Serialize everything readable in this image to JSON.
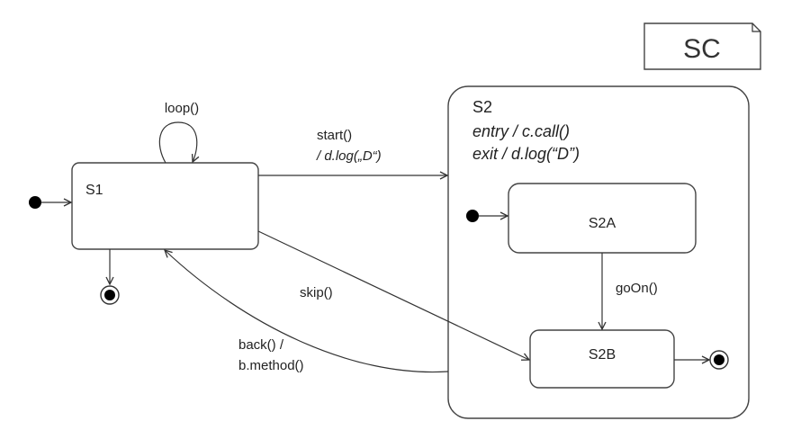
{
  "tag": "SC",
  "states": {
    "s1": "S1",
    "s2": "S2",
    "s2_entry": "entry / c.call()",
    "s2_exit": "exit / d.log(“D”)",
    "s2a": "S2A",
    "s2b": "S2B"
  },
  "transitions": {
    "loop": "loop()",
    "start": "start()",
    "start_action": "/ d.log(„D“)",
    "skip": "skip()",
    "back": "back() /",
    "back_action": "b.method()",
    "go_on": "goOn()"
  },
  "colors": {
    "stroke": "#444444",
    "text": "#222222",
    "marker_fill": "#000000"
  }
}
